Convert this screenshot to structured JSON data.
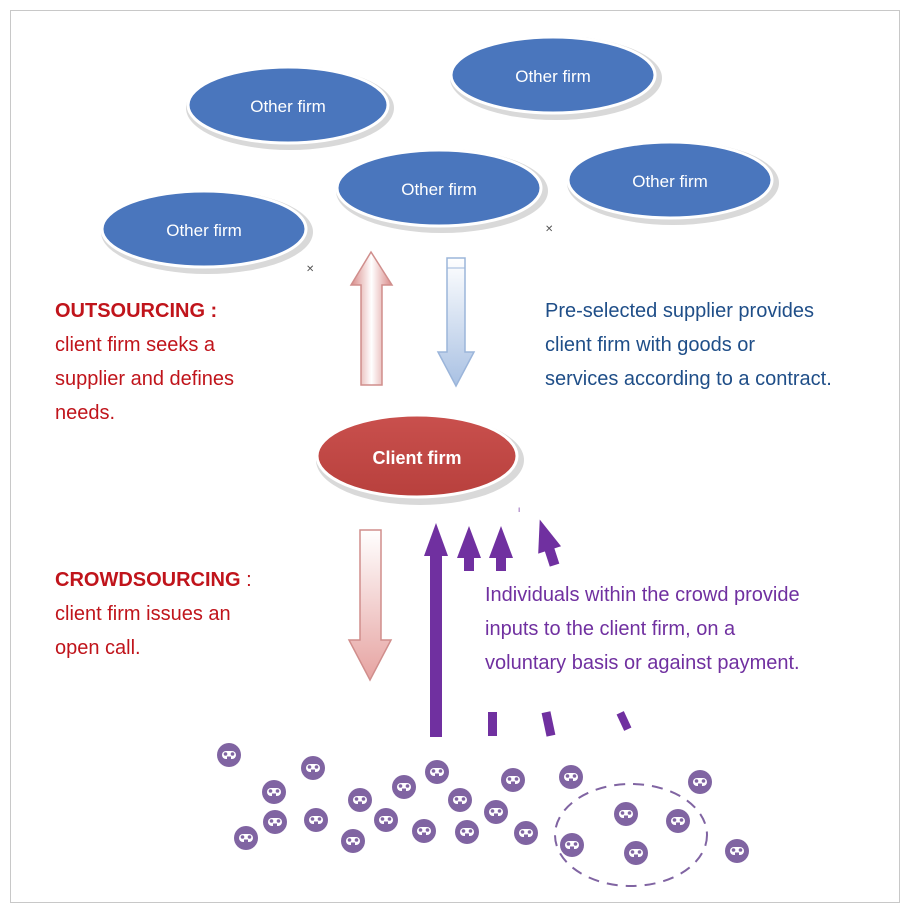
{
  "other_firm_label": "Other firm",
  "client_firm_label": "Client firm",
  "outsourcing": {
    "heading": "OUTSOURCING :",
    "lines": [
      "client firm seeks a",
      "supplier and defines",
      "needs."
    ]
  },
  "supplier": {
    "lines": [
      "Pre-selected supplier provides",
      "client firm with goods or",
      "services according to a contract."
    ]
  },
  "crowdsourcing": {
    "heading": "CROWDSOURCING",
    "heading_suffix": " :",
    "lines": [
      "client firm issues an",
      "open call."
    ]
  },
  "crowd": {
    "lines": [
      "Individuals within the crowd provide",
      "inputs to the client firm, on a",
      "voluntary basis or against payment."
    ]
  },
  "colors": {
    "firm_blue": "#4472c4",
    "client_red": "#c0504d",
    "outsourcing_red": "#c0141b",
    "supplier_blue": "#1f4e88",
    "crowd_purple": "#7030a0",
    "crowd_icon": "#8064a2"
  },
  "icons": {
    "crowd_member": "person-icon",
    "up_arrow": "arrow-up-icon",
    "down_arrow": "arrow-down-icon"
  }
}
